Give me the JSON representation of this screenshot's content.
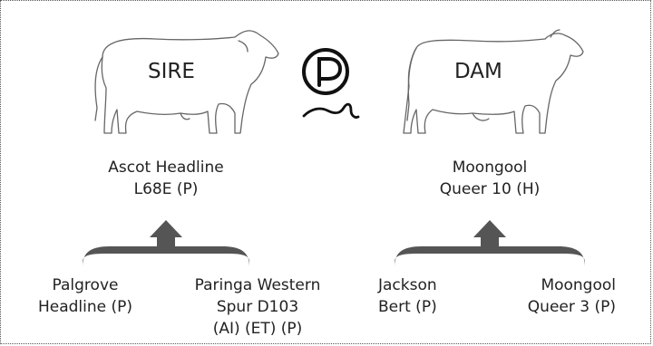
{
  "sire": {
    "label": "SIRE",
    "name_line1": "Ascot Headline",
    "name_line2": "L68E (P)",
    "parents": {
      "left": {
        "line1": "Palgrove",
        "line2": "Headline (P)"
      },
      "right": {
        "line1": "Paringa Western",
        "line2": "Spur D103",
        "line3": "(AI) (ET) (P)"
      }
    }
  },
  "dam": {
    "label": "DAM",
    "name_line1": "Moongool",
    "name_line2": "Queer 10 (H)",
    "parents": {
      "left": {
        "line1": "Jackson",
        "line2": "Bert (P)"
      },
      "right": {
        "line1": "Moongool",
        "line2": "Queer 3 (P)"
      }
    }
  },
  "center_symbol": {
    "icon": "polled-p-symbol-icon"
  },
  "colors": {
    "bracket": "#555555",
    "outline": "#555555",
    "text": "#222222"
  }
}
